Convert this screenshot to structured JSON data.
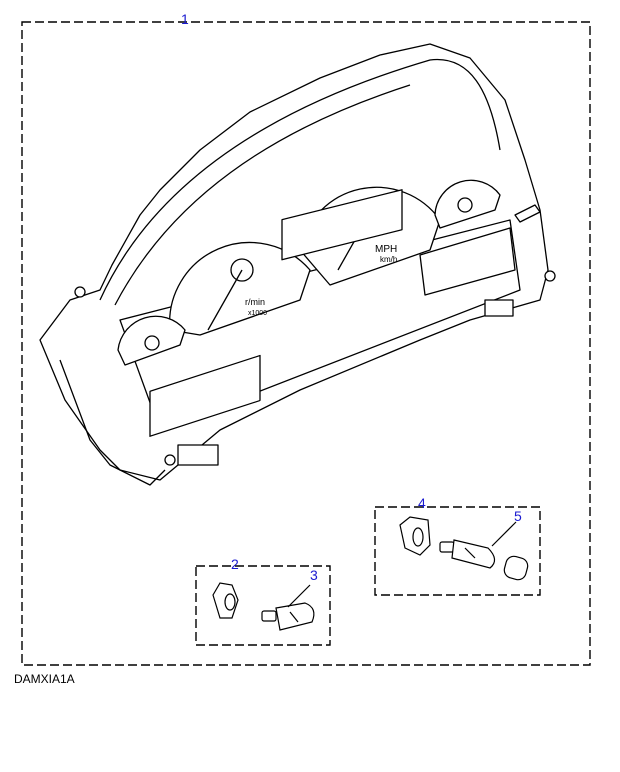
{
  "diagram": {
    "code": "DAMXIA1A",
    "callouts": [
      "1",
      "2",
      "3",
      "4",
      "5"
    ],
    "gauge_labels": {
      "tach_unit": "r/min",
      "tach_scale": "x1000",
      "speed_unit": "MPH",
      "speed_unit_alt": "km/h"
    }
  }
}
